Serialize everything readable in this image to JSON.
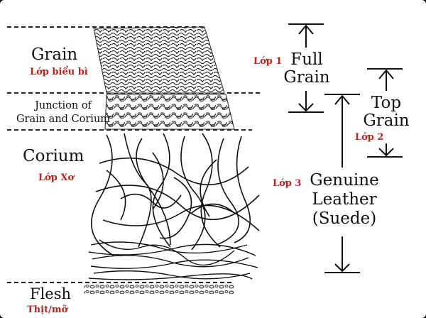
{
  "layers_left": {
    "grain": {
      "label": "Grain",
      "vn": "Lớp biểu bì"
    },
    "junction": {
      "line1": "Junction of",
      "line2": "Grain and Corium"
    },
    "corium": {
      "label": "Corium",
      "vn": "Lớp Xơ"
    },
    "flesh": {
      "label": "Flesh",
      "vn": "Thịt/mỡ"
    }
  },
  "grades_right": {
    "full_grain": {
      "line1": "Full",
      "line2": "Grain",
      "vn": "Lớp 1"
    },
    "top_grain": {
      "line1": "Top",
      "line2": "Grain",
      "vn": "Lớp 2"
    },
    "genuine": {
      "line1": "Genuine",
      "line2": "Leather",
      "line3": "(Suede)",
      "vn": "Lớp 3"
    }
  },
  "colors": {
    "text": "#111111",
    "vn_text": "#b5241f",
    "line": "#222222",
    "background": "#ffffff"
  },
  "icons": [
    "double-headed-arrow-icon",
    "dashed-divider"
  ]
}
